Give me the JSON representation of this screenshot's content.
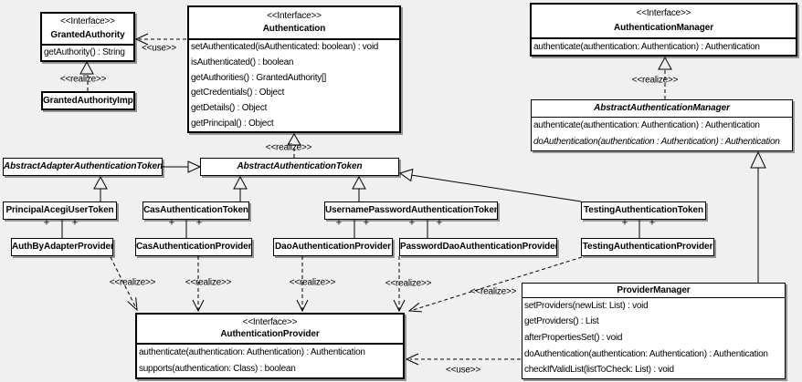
{
  "colors": {
    "background": "#f0f0f0",
    "box_fill": "#ffffff",
    "line": "#000000"
  },
  "classes": {
    "granted_authority": {
      "stereotype": "<<Interface>>",
      "name": "GrantedAuthority",
      "methods": [
        "getAuthority() : String"
      ]
    },
    "granted_authority_impl": {
      "name": "GrantedAuthorityImpl"
    },
    "authentication": {
      "stereotype": "<<Interface>>",
      "name": "Authentication",
      "methods": [
        "setAuthenticated(isAuthenticated: boolean) : void",
        "isAuthenticated() : boolean",
        "getAuthorities() : GrantedAuthority[]",
        "getCredentials() : Object",
        "getDetails() : Object",
        "getPrincipal() : Object"
      ]
    },
    "authentication_manager": {
      "stereotype": "<<Interface>>",
      "name": "AuthenticationManager",
      "methods": [
        "authenticate(authentication: Authentication) : Authentication"
      ]
    },
    "abstract_authentication_manager": {
      "name": "AbstractAuthenticationManager",
      "abstract": true,
      "methods": [
        "authenticate(authentication: Authentication) : Authentication",
        "doAuthentication(authentication : Authentication) : Authentication"
      ]
    },
    "abstract_adapter_authentication_token": {
      "name": "AbstractAdapterAuthenticationToken",
      "abstract": true
    },
    "abstract_authentication_token": {
      "name": "AbstractAuthenticationToken",
      "abstract": true
    },
    "principal_acegi_user_token": {
      "name": "PrincipalAcegiUserToken"
    },
    "cas_authentication_token": {
      "name": "CasAuthenticationToken"
    },
    "username_password_authentication_token": {
      "name": "UsernamePasswordAuthenticationToken"
    },
    "testing_authentication_token": {
      "name": "TestingAuthenticationToken"
    },
    "auth_by_adapter_provider": {
      "name": "AuthByAdapterProvider"
    },
    "cas_authentication_provider": {
      "name": "CasAuthenticationProvider"
    },
    "dao_authentication_provider": {
      "name": "DaoAuthenticationProvider"
    },
    "password_dao_authentication_provider": {
      "name": "PasswordDaoAuthenticationProvider"
    },
    "testing_authentication_provider": {
      "name": "TestingAuthenticationProvider"
    },
    "authentication_provider": {
      "stereotype": "<<Interface>>",
      "name": "AuthenticationProvider",
      "methods": [
        "authenticate(authentication: Authentication) : Authentication",
        "supports(authentication: Class) : boolean"
      ]
    },
    "provider_manager": {
      "name": "ProviderManager",
      "methods": [
        "setProviders(newList: List) : void",
        "getProviders() : List",
        "afterPropertiesSet() : void",
        "doAuthentication(authentication: Authentication) : Authentication",
        "checkIfValidList(listToCheck: List) : void"
      ]
    }
  },
  "edge_labels": {
    "use_authentication_granted_authority": "<<use>>",
    "realize_granted_authority_impl": "<<realize>>",
    "realize_abstract_authentication_token": "<<realize>>",
    "realize_abstract_authentication_manager": "<<realize>>",
    "realize_auth_by_adapter_provider": "<<realize>>",
    "realize_cas_authentication_provider": "<<realize>>",
    "realize_dao_authentication_provider": "<<realize>>",
    "realize_password_dao_authentication_provider": "<<realize>>",
    "realize_testing_authentication_provider": "<<realize>>",
    "use_provider_manager": "<<use>>",
    "association_multiplicity": "+"
  },
  "edges": [
    {
      "from": "Authentication",
      "to": "GrantedAuthority",
      "type": "dependency",
      "label": "<<use>>"
    },
    {
      "from": "GrantedAuthorityImpl",
      "to": "GrantedAuthority",
      "type": "realization",
      "label": "<<realize>>"
    },
    {
      "from": "AbstractAuthenticationToken",
      "to": "Authentication",
      "type": "realization",
      "label": "<<realize>>"
    },
    {
      "from": "AbstractAuthenticationManager",
      "to": "AuthenticationManager",
      "type": "realization",
      "label": "<<realize>>"
    },
    {
      "from": "AbstractAdapterAuthenticationToken",
      "to": "AbstractAuthenticationToken",
      "type": "generalization"
    },
    {
      "from": "PrincipalAcegiUserToken",
      "to": "AbstractAdapterAuthenticationToken",
      "type": "generalization"
    },
    {
      "from": "CasAuthenticationToken",
      "to": "AbstractAuthenticationToken",
      "type": "generalization"
    },
    {
      "from": "UsernamePasswordAuthenticationToken",
      "to": "AbstractAuthenticationToken",
      "type": "generalization"
    },
    {
      "from": "TestingAuthenticationToken",
      "to": "AbstractAuthenticationToken",
      "type": "generalization"
    },
    {
      "from": "ProviderManager",
      "to": "AbstractAuthenticationManager",
      "type": "generalization"
    },
    {
      "from": "PrincipalAcegiUserToken",
      "to": "AuthByAdapterProvider",
      "type": "association",
      "end_labels": [
        "+",
        "+"
      ]
    },
    {
      "from": "CasAuthenticationToken",
      "to": "CasAuthenticationProvider",
      "type": "association",
      "end_labels": [
        "+",
        "+"
      ]
    },
    {
      "from": "UsernamePasswordAuthenticationToken",
      "to": "DaoAuthenticationProvider",
      "type": "association",
      "end_labels": [
        "+",
        "+"
      ]
    },
    {
      "from": "UsernamePasswordAuthenticationToken",
      "to": "PasswordDaoAuthenticationProvider",
      "type": "association",
      "end_labels": [
        "+",
        "+"
      ]
    },
    {
      "from": "TestingAuthenticationToken",
      "to": "TestingAuthenticationProvider",
      "type": "association",
      "end_labels": [
        "+",
        "+"
      ]
    },
    {
      "from": "AuthByAdapterProvider",
      "to": "AuthenticationProvider",
      "type": "realization",
      "label": "<<realize>>"
    },
    {
      "from": "CasAuthenticationProvider",
      "to": "AuthenticationProvider",
      "type": "realization",
      "label": "<<realize>>"
    },
    {
      "from": "DaoAuthenticationProvider",
      "to": "AuthenticationProvider",
      "type": "realization",
      "label": "<<realize>>"
    },
    {
      "from": "PasswordDaoAuthenticationProvider",
      "to": "AuthenticationProvider",
      "type": "realization",
      "label": "<<realize>>"
    },
    {
      "from": "TestingAuthenticationProvider",
      "to": "AuthenticationProvider",
      "type": "realization",
      "label": "<<realize>>"
    },
    {
      "from": "ProviderManager",
      "to": "AuthenticationProvider",
      "type": "dependency",
      "label": "<<use>>"
    }
  ]
}
